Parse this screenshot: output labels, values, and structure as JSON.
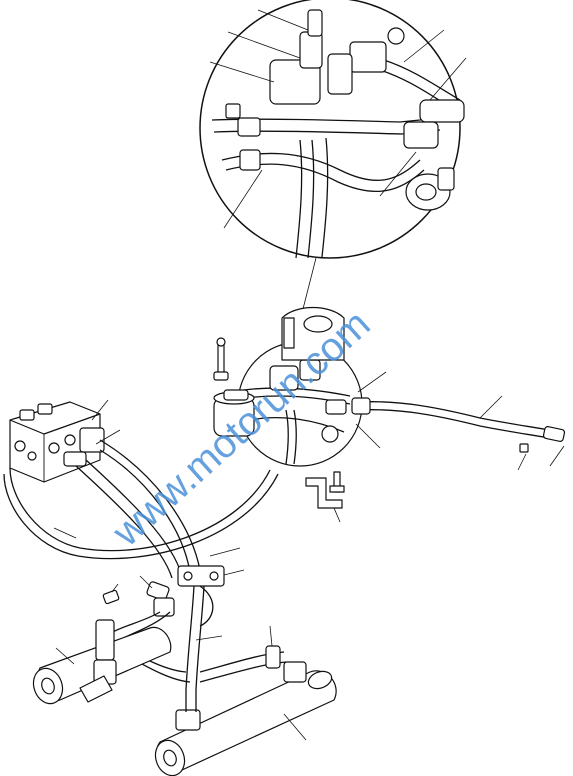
{
  "watermark": {
    "text": "www.motorun.com",
    "color": "#4a90d9"
  },
  "icons": [
    "detail-circle",
    "hydraulic-hose",
    "valve-block",
    "hydraulic-cylinder",
    "fitting",
    "bolt"
  ]
}
